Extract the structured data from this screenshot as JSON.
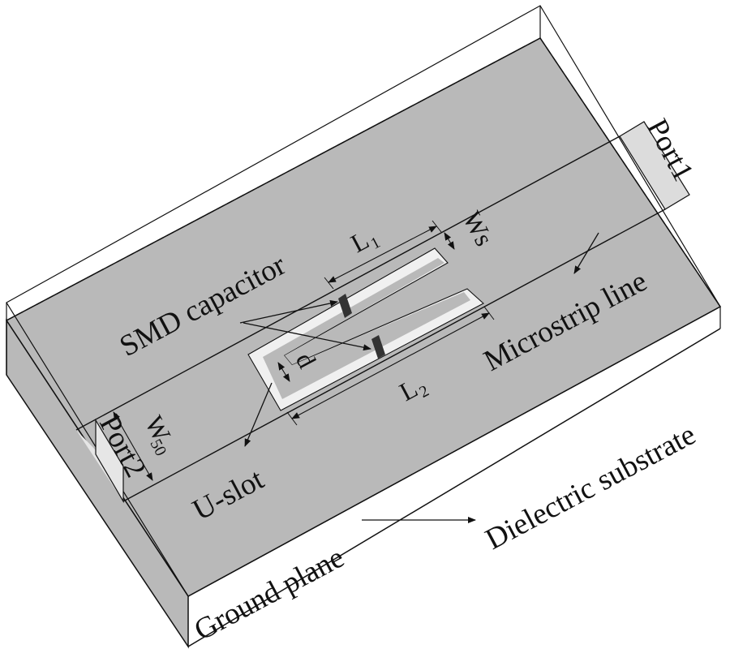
{
  "colors": {
    "substrate": "#b9b9b9",
    "slot": "#eeeeee",
    "line": "#111111",
    "capacitor": "#333333",
    "background": "#ffffff"
  },
  "labels": {
    "port1": "Port1",
    "port2": "Port2",
    "smd_capacitor": "SMD capacitor",
    "microstrip_line": "Microstrip line",
    "u_slot": "U-slot",
    "dielectric_substrate": "Dielectric substrate",
    "ground_plane": "Ground plane",
    "l1_main": "L",
    "l1_sub": "1",
    "l2_main": "L",
    "l2_sub": "2",
    "ws": "Ws",
    "d": "d",
    "w50_main": "W",
    "w50_sub": "50"
  }
}
